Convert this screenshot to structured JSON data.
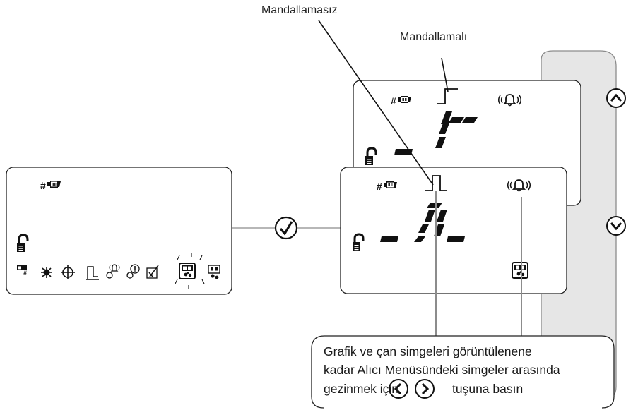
{
  "labels": {
    "mandallamasiz": "Mandallamasız",
    "mandallamali": "Mandallamalı"
  },
  "callout": {
    "line1": "Grafik ve çan simgeleri görüntülenene",
    "line2": "kadar Alıcı Menüsündeki simgeler arasında",
    "line3_prefix": "gezinmek için",
    "line3_suffix": "tuşuna basın"
  },
  "icons": {
    "device": "#camera-icon",
    "bell": "bell-icon",
    "lock": "unlock-icon",
    "confirm": "checkmark-icon",
    "up": "chevron-up-icon",
    "down": "chevron-down-icon",
    "left": "chevron-left-icon",
    "right": "chevron-right-icon"
  },
  "colors": {
    "ink": "#1a1a1a",
    "panel_gray": "#e6e6e6",
    "line_gray": "#8c8c8c"
  }
}
